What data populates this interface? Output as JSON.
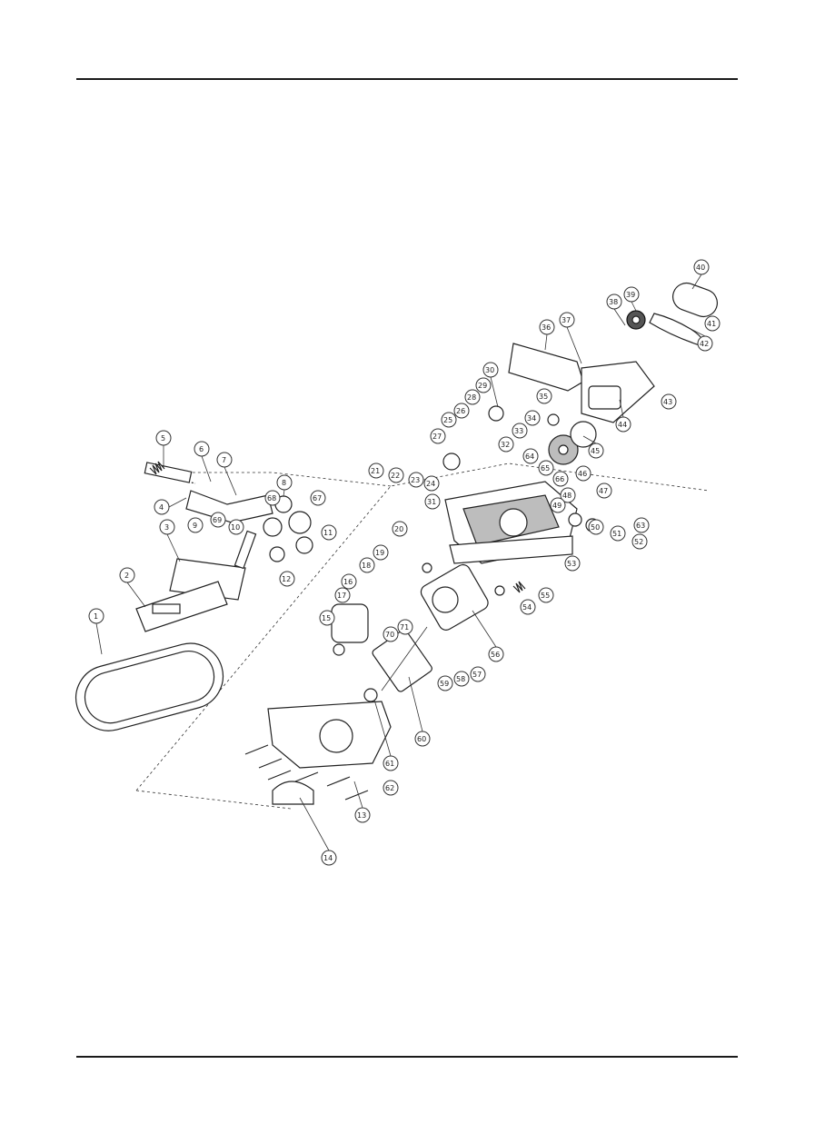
{
  "document": {
    "header_rule": true,
    "footer_rule": true
  },
  "diagram": {
    "type": "exploded-parts-view",
    "subject": "belt sander",
    "callouts": [
      "1",
      "2",
      "3",
      "4",
      "5",
      "6",
      "7",
      "8",
      "9",
      "10",
      "11",
      "12",
      "13",
      "14",
      "15",
      "16",
      "17",
      "18",
      "19",
      "20",
      "21",
      "22",
      "23",
      "24",
      "25",
      "26",
      "27",
      "28",
      "29",
      "30",
      "31",
      "32",
      "33",
      "34",
      "35",
      "36",
      "37",
      "38",
      "39",
      "40",
      "41",
      "42",
      "43",
      "44",
      "45",
      "46",
      "47",
      "48",
      "49",
      "50",
      "51",
      "52",
      "53",
      "54",
      "55",
      "56",
      "57",
      "58",
      "59",
      "60",
      "61",
      "62",
      "63",
      "64",
      "65",
      "66",
      "67",
      "68",
      "69",
      "70",
      "71"
    ]
  }
}
